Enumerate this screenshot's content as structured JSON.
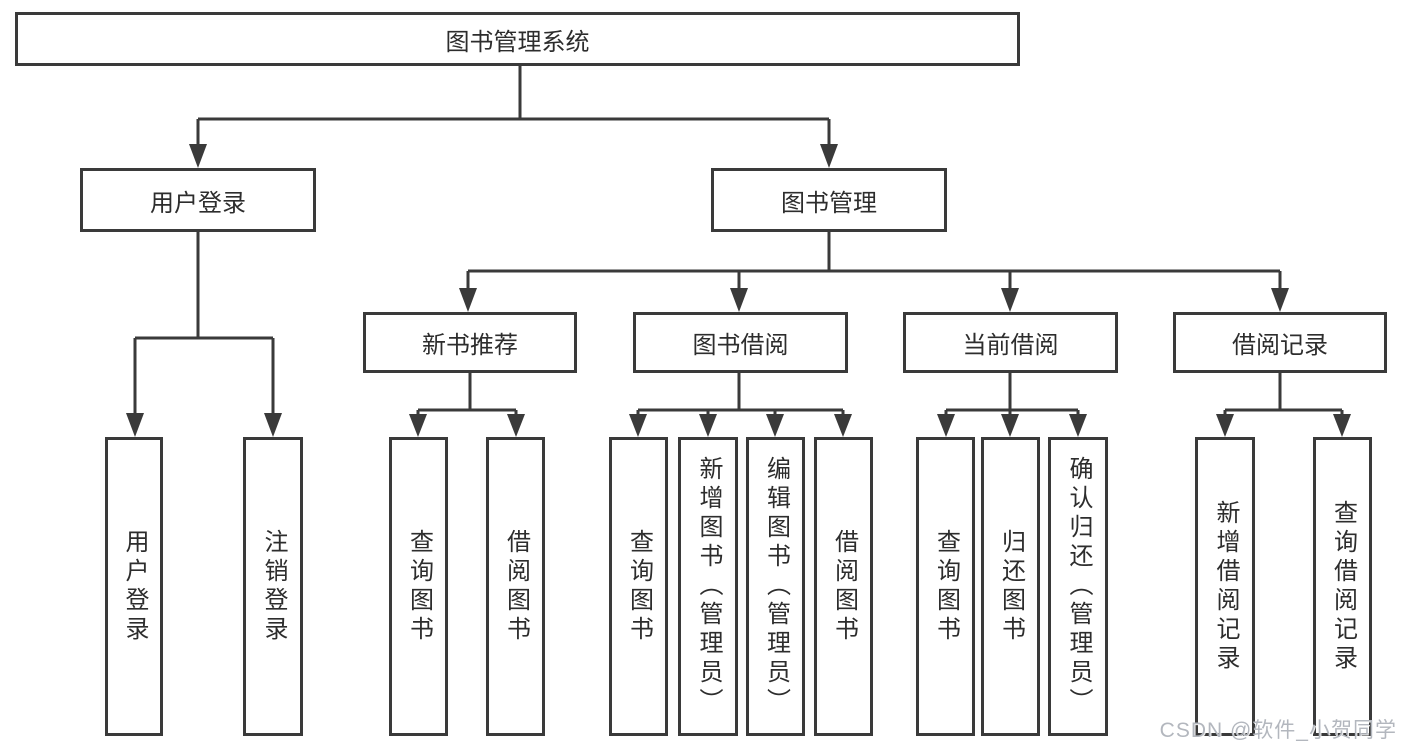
{
  "diagram_title": "图书管理系统",
  "nodes": {
    "root": "图书管理系统",
    "user_login_group": "用户登录",
    "book_mgmt": "图书管理",
    "new_book_rec": "新书推荐",
    "book_borrow": "图书借阅",
    "current_borrow": "当前借阅",
    "borrow_records": "借阅记录",
    "ul_user_login": "用户登录",
    "ul_logout": "注销登录",
    "nb_query": "查询图书",
    "nb_borrow": "借阅图书",
    "bb_query": "查询图书",
    "bb_add": "新增图书（管理员）",
    "bb_edit": "编辑图书（管理员）",
    "bb_borrow": "借阅图书",
    "cb_query": "查询图书",
    "cb_return": "归还图书",
    "cb_confirm": "确认归还（管理员）",
    "br_add": "新增借阅记录",
    "br_query": "查询借阅记录"
  },
  "watermark": "CSDN @软件_小贺同学",
  "colors": {
    "line": "#3a3a3a",
    "box_border": "#3a3a3a",
    "text": "#2d2d2d",
    "watermark": "#b3b7be",
    "background": "#ffffff"
  }
}
